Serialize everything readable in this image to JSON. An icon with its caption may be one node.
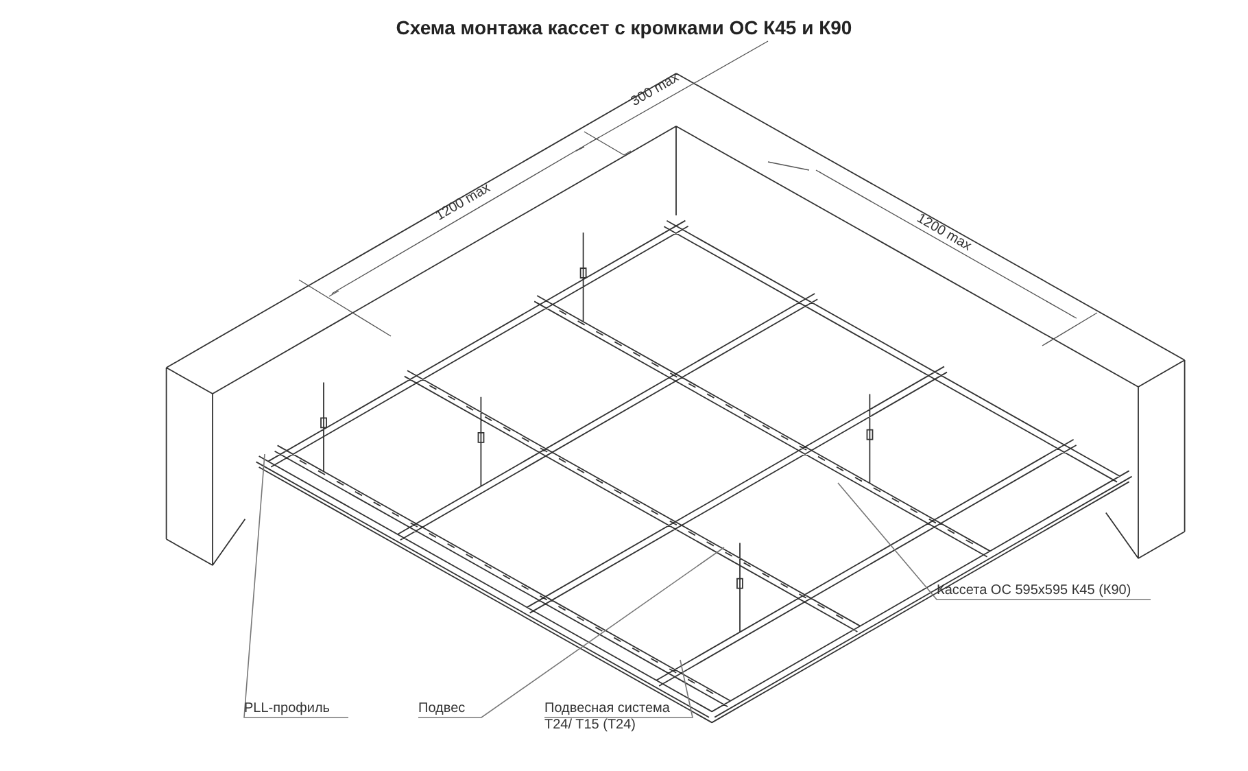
{
  "diagram": {
    "title": "Схема монтажа кассет с кромками ОС К45 и К90",
    "nodes": [
      {
        "text": [
          "PLL-профиль"
        ]
      },
      {
        "text": [
          "Подвес"
        ]
      },
      {
        "text": [
          "Подвесная система T24/ T15 (T24)"
        ]
      },
      {
        "text": [
          "Кассета ОС 595х595 К45 (К90)"
        ]
      }
    ],
    "edges": [
      {
        "from": 0,
        "to": null,
        "arrow": "none"
      },
      {
        "from": 1,
        "to": null,
        "arrow": "none"
      },
      {
        "from": 2,
        "to": null,
        "arrow": "none"
      },
      {
        "from": 3,
        "to": null,
        "arrow": "none"
      }
    ],
    "labels": [
      "1200 max",
      "300 max",
      "1200 max"
    ]
  }
}
